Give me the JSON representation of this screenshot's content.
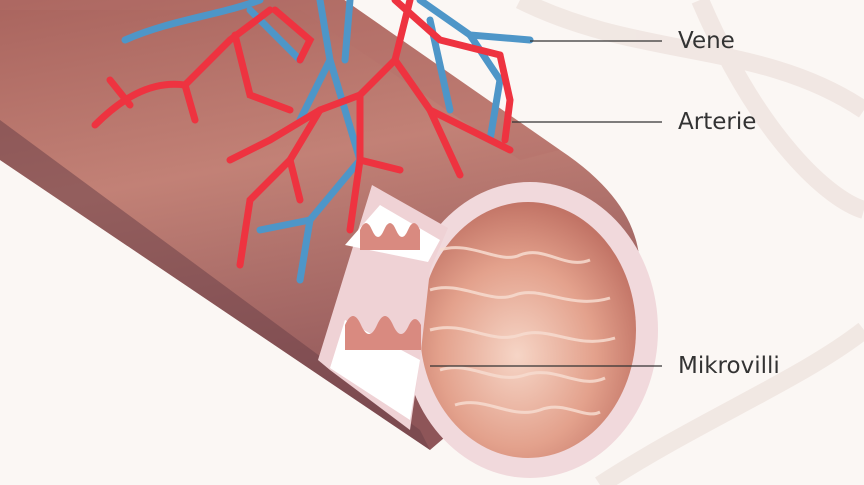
{
  "labels": {
    "vene": "Vene",
    "arterie": "Arterie",
    "mikrovilli": "Mikrovilli"
  },
  "colors": {
    "background": "#fbf7f4",
    "tube_outer": "#b9746a",
    "tube_shadow": "#7a4a4f",
    "tube_inner": "#e2a08c",
    "rim": "#f1d9dc",
    "artery": "#ee3340",
    "vein": "#4e96c8",
    "leader_line": "#333333"
  },
  "icons": {
    "artery": "red-branching-vessel",
    "vein": "blue-branching-vessel"
  }
}
